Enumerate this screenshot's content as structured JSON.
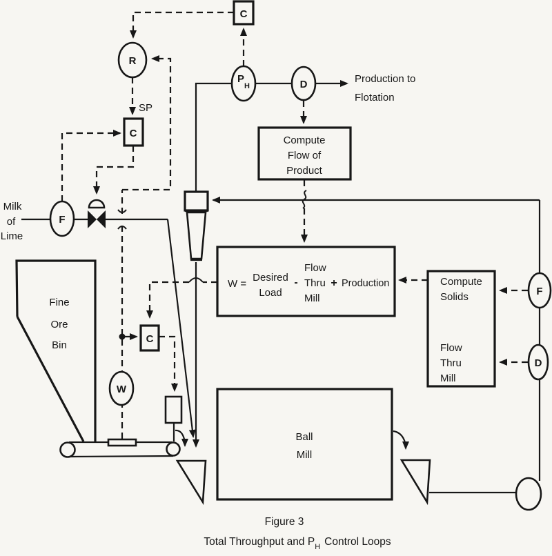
{
  "page": {
    "background": "#f7f6f2",
    "ink": "#171717"
  },
  "captions": {
    "figure": "Figure 3",
    "title_prefix": "Total Throughput and P",
    "title_sub": "H",
    "title_suffix": "Control Loops"
  },
  "labels": {
    "milk_of_lime": [
      "Milk",
      "of",
      "Lime"
    ],
    "production_to": "Production to",
    "flotation": "Flotation",
    "sp": "SP",
    "fine_ore_bin": [
      "Fine",
      "Ore",
      "Bin"
    ],
    "ball_mill": [
      "Ball",
      "Mill"
    ]
  },
  "instruments": {
    "ph_controller": "C",
    "ratio_station": "R",
    "lime_flow_controller": "C",
    "ph_sensor_main": "P",
    "ph_sensor_sub": "H",
    "product_density_sensor": "D",
    "lime_flow_sensor": "F",
    "belt_weight_sensor": "W",
    "ore_feed_controller": "C",
    "mill_feed_flow_sensor": "F",
    "mill_feed_density_sensor": "D"
  },
  "compute_flow_of_product": [
    "Compute",
    "Flow of",
    "Product"
  ],
  "compute_solids": [
    "Compute",
    "Solids",
    "Flow",
    "Thru",
    "Mill"
  ],
  "w_equation": {
    "lhs": "W =",
    "desired": "Desired",
    "load": "Load",
    "minus": "-",
    "flow": "Flow",
    "thru": "Thru",
    "mill": "Mill",
    "plus": "+",
    "production": "Production"
  }
}
